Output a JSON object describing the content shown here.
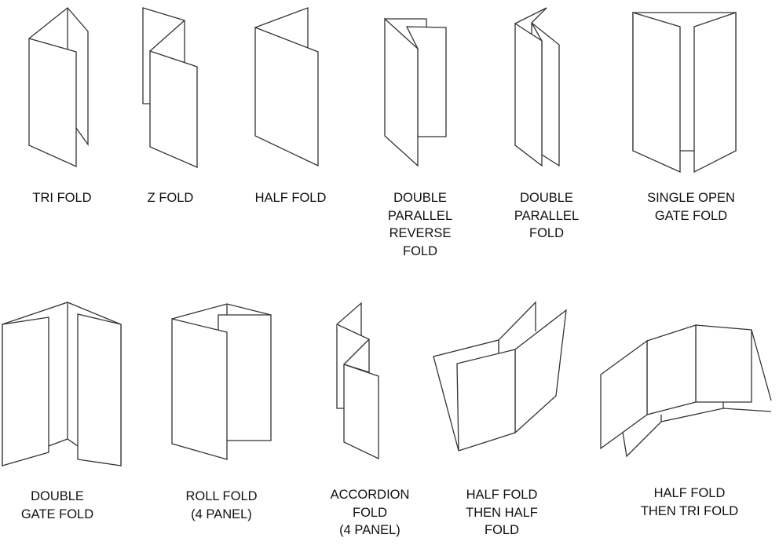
{
  "folds": [
    {
      "id": "tri-fold",
      "lines": [
        "TRI FOLD"
      ]
    },
    {
      "id": "z-fold",
      "lines": [
        "Z FOLD"
      ]
    },
    {
      "id": "half-fold",
      "lines": [
        "HALF FOLD"
      ]
    },
    {
      "id": "double-parallel-reverse-fold",
      "lines": [
        "DOUBLE",
        "PARALLEL",
        "REVERSE",
        "FOLD"
      ]
    },
    {
      "id": "double-parallel-fold",
      "lines": [
        "DOUBLE",
        "PARALLEL",
        "FOLD"
      ]
    },
    {
      "id": "single-open-gate-fold",
      "lines": [
        "SINGLE OPEN",
        "GATE FOLD"
      ]
    },
    {
      "id": "double-gate-fold",
      "lines": [
        "DOUBLE",
        "GATE FOLD"
      ]
    },
    {
      "id": "roll-fold",
      "lines": [
        "ROLL FOLD",
        "(4 PANEL)"
      ]
    },
    {
      "id": "accordion-fold",
      "lines": [
        "ACCORDION",
        "FOLD",
        "(4 PANEL)"
      ]
    },
    {
      "id": "half-fold-then-half-fold",
      "lines": [
        "HALF FOLD",
        "THEN HALF",
        "FOLD"
      ]
    },
    {
      "id": "half-fold-then-tri-fold",
      "lines": [
        "HALF FOLD",
        "THEN TRI FOLD"
      ]
    }
  ]
}
